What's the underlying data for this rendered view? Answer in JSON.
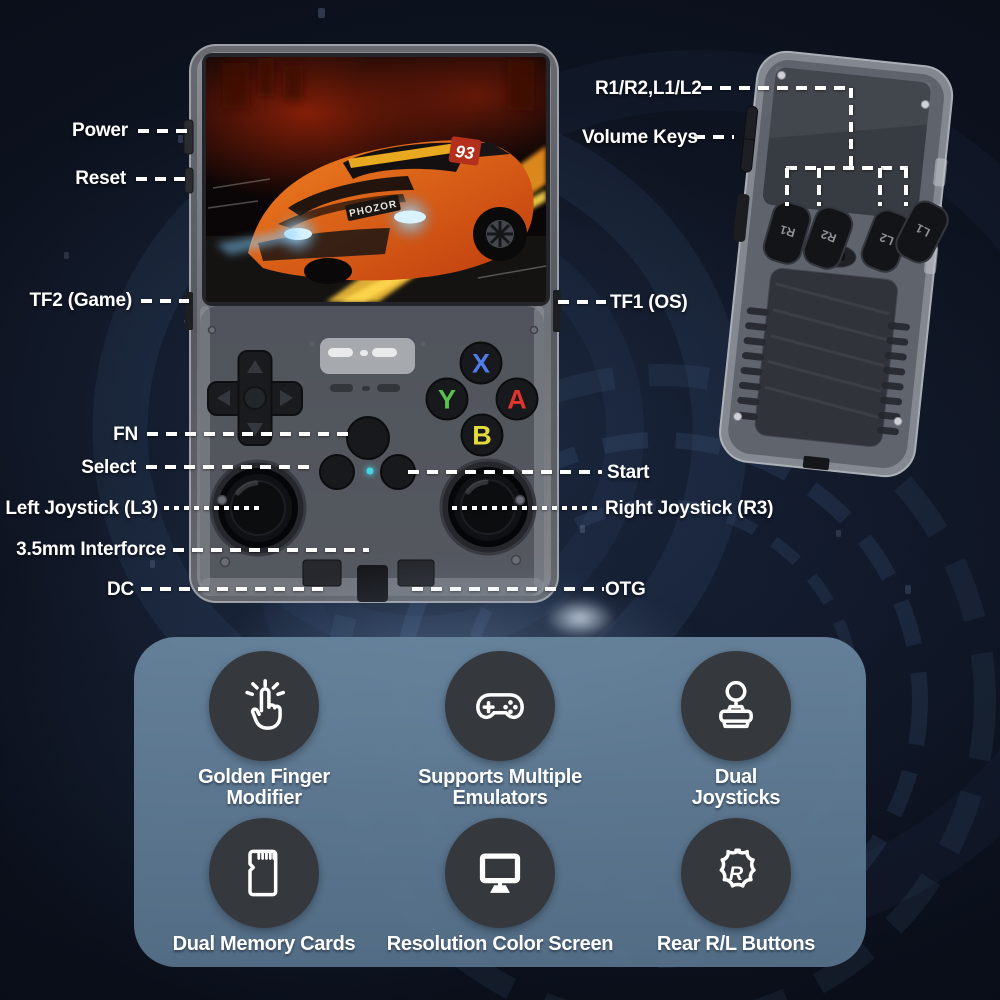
{
  "callouts": {
    "left": [
      {
        "label": "Power"
      },
      {
        "label": "Reset"
      },
      {
        "label": "TF2 (Game)"
      },
      {
        "label": "FN"
      },
      {
        "label": "Select"
      },
      {
        "label": "Left Joystick (L3)"
      },
      {
        "label": "3.5mm Interforce"
      },
      {
        "label": "DC"
      }
    ],
    "right": [
      {
        "label": "R1/R2,L1/L2"
      },
      {
        "label": "Volume Keys"
      },
      {
        "label": "TF1 (OS)"
      },
      {
        "label": "Start"
      },
      {
        "label": "Right Joystick (R3)"
      },
      {
        "label": "OTG"
      }
    ]
  },
  "console_front": {
    "face_buttons": {
      "top": "X",
      "left": "Y",
      "right": "A",
      "bottom": "B"
    },
    "button_colors": {
      "top": "#4f7ce8",
      "left": "#57c24e",
      "right": "#e0342c",
      "bottom": "#e3dc3a"
    },
    "screen": {
      "car_number": "93",
      "sponsor_text": "PHOZOR"
    }
  },
  "console_rear": {
    "triggers": [
      "R1",
      "R2",
      "L2",
      "L1"
    ]
  },
  "features": [
    {
      "icon": "tap-hand-icon",
      "lines": [
        "Golden Finger",
        "Modifier"
      ]
    },
    {
      "icon": "gamepad-icon",
      "lines": [
        "Supports Multiple",
        "Emulators"
      ]
    },
    {
      "icon": "joystick-icon",
      "lines": [
        "Dual",
        "Joysticks"
      ]
    },
    {
      "icon": "sd-card-icon",
      "lines": [
        "Dual Memory Cards"
      ]
    },
    {
      "icon": "monitor-icon",
      "lines": [
        "Resolution Color Screen"
      ]
    },
    {
      "icon": "rear-badge-icon",
      "lines": [
        "Rear R/L Buttons"
      ]
    }
  ],
  "colors": {
    "panel": "#5e7b94",
    "feature_circle": "#35383d",
    "label_text": "#ffffff",
    "led": "#45d5e2"
  }
}
